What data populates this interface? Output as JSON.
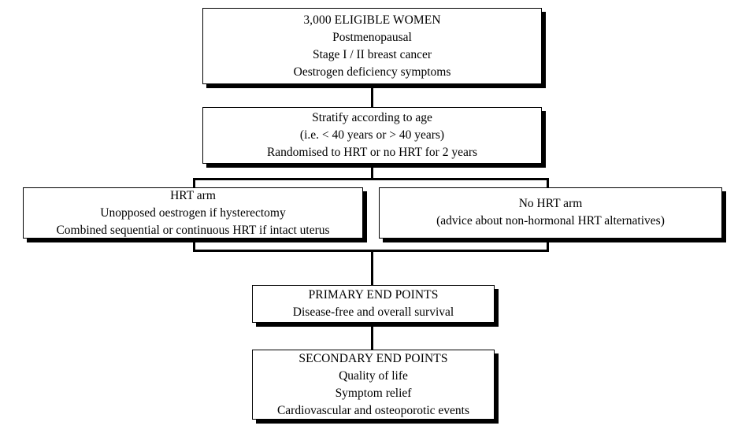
{
  "diagram": {
    "title": "Randomised trial flowchart: HRT after breast cancer",
    "type": "flowchart",
    "line_color": "#000000",
    "box_fill": "#ffffff",
    "shadow_color": "#000000"
  },
  "nodes": {
    "eligible": {
      "name": "eligible-women-box",
      "lines": [
        "3,000 ELIGIBLE WOMEN",
        "Postmenopausal",
        "Stage I / II breast cancer",
        "Oestrogen deficiency symptoms"
      ]
    },
    "stratify": {
      "name": "stratify-randomise-box",
      "lines": [
        "Stratify according to age",
        "(i.e. < 40 years or > 40 years)",
        "Randomised to HRT or no HRT for 2 years"
      ]
    },
    "hrt_arm": {
      "name": "hrt-arm-box",
      "lines": [
        "HRT arm",
        "Unopposed oestrogen if hysterectomy",
        "Combined sequential or continuous HRT if intact uterus"
      ]
    },
    "no_hrt_arm": {
      "name": "no-hrt-arm-box",
      "lines": [
        "No HRT arm",
        "(advice about non-hormonal HRT alternatives)"
      ]
    },
    "primary": {
      "name": "primary-end-points-box",
      "lines": [
        "PRIMARY END POINTS",
        "Disease-free and overall survival"
      ]
    },
    "secondary": {
      "name": "secondary-end-points-box",
      "lines": [
        "SECONDARY END POINTS",
        "Quality of life",
        "Symptom relief",
        "Cardiovascular and osteoporotic events"
      ]
    }
  }
}
